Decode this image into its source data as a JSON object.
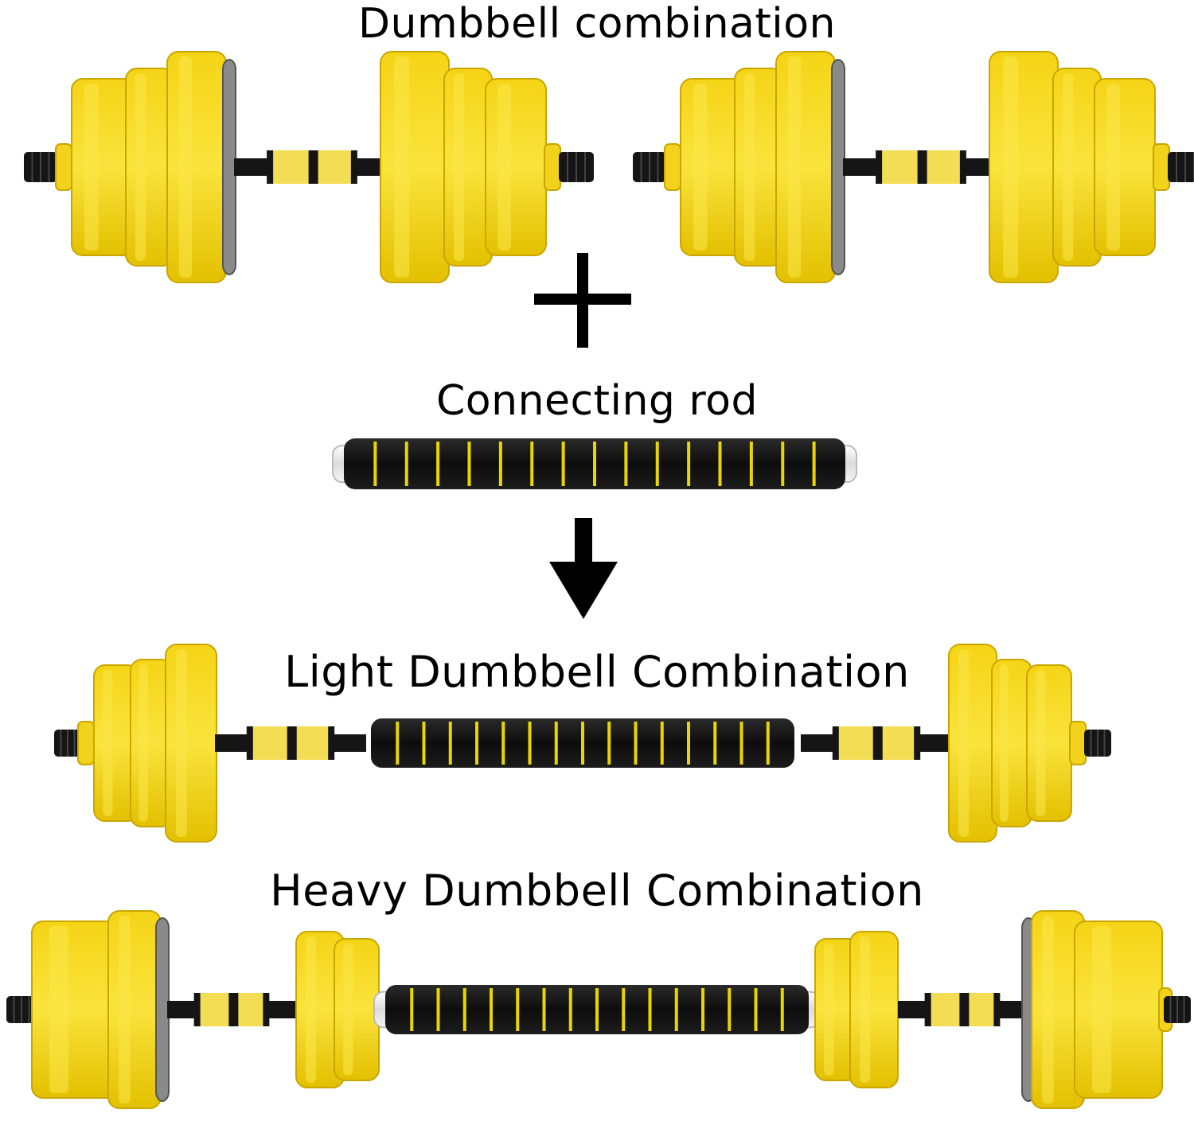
{
  "labels": {
    "dumbbell_combination": "Dumbbell combination",
    "connecting_rod": "Connecting rod",
    "light_combination": "Light Dumbbell Combination",
    "heavy_combination": "Heavy Dumbbell Combination"
  },
  "colors": {
    "plate_yellow": "#f2d21b",
    "plate_highlight": "#fbe84a",
    "plate_shadow": "#d8b400",
    "handle_black": "#151515",
    "plate_face_gray": "#8a8a8a",
    "foam_black": "#121212",
    "foam_yellow": "#e9d500",
    "symbol_black": "#000000"
  },
  "icons": {
    "plus": "plus-icon",
    "arrow": "arrow-down-icon"
  }
}
